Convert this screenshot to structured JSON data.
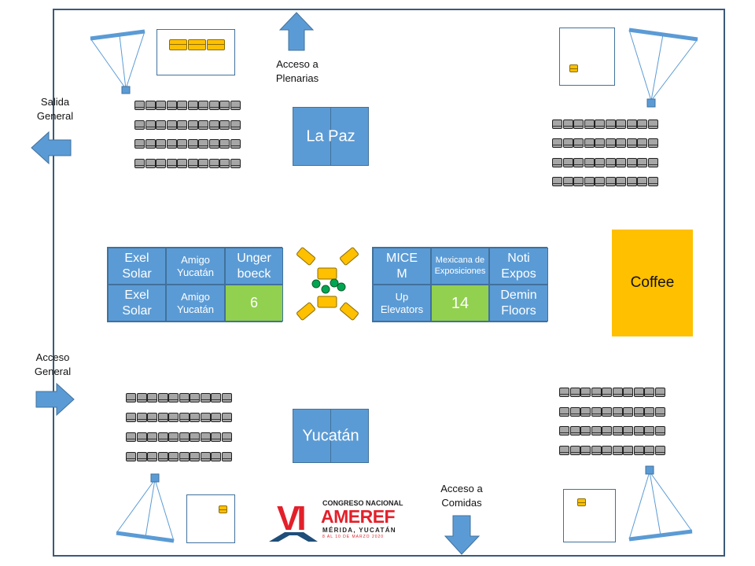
{
  "labels": {
    "plenarias": "Acceso a\nPlenarias",
    "salida": "Salida\nGeneral",
    "acceso_general": "Acceso\nGeneral",
    "comidas": "Acceso a\nComidas"
  },
  "rooms": {
    "la_paz": "La Paz",
    "yucatan": "Yucatán"
  },
  "booths_left": [
    "Exel\nSolar",
    "Amigo\nYucatán",
    "Unger\nboeck",
    "Exel\nSolar",
    "Amigo\nYucatán",
    "6"
  ],
  "booths_right": [
    "MICE\nM",
    "Mexicana de\nExposiciones",
    "Noti\nExpos",
    "Up\nElevators",
    "14",
    "Demin\nFloors"
  ],
  "coffee": "Coffee",
  "logo": {
    "numeral": "VI",
    "line1": "CONGRESO NACIONAL",
    "line2": "AMEREF",
    "line3": "MÉRIDA, YUCATÁN",
    "line4": "8 AL 10 DE MARZO 2020"
  },
  "colors": {
    "booth": "#5b9bd5",
    "booth_available": "#92d050",
    "coffee": "#ffc000",
    "arrow": "#5b9bd5",
    "seat": "#a6a6a6",
    "logo_red": "#e3202a"
  },
  "seating": {
    "seats_per_row": 10,
    "rows_per_block": 4
  }
}
